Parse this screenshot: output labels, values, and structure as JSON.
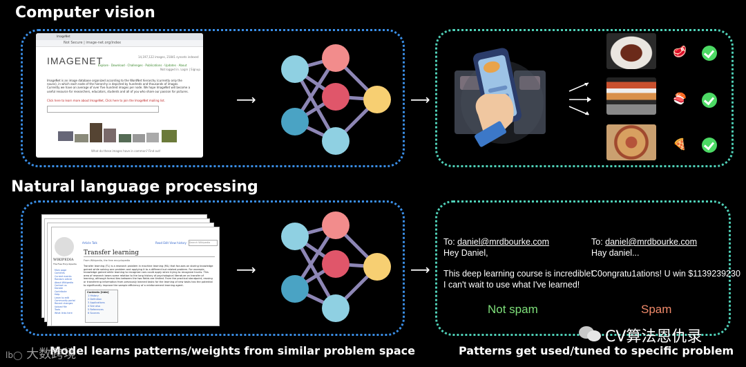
{
  "titles": {
    "cv": "Computer vision",
    "nlp": "Natural language processing"
  },
  "imagenet": {
    "tab_title": "ImageNet",
    "url": "Not Secure | image-net.org/index",
    "logo": "IMAGENET",
    "stats": "14,197,122 images, 21841 synsets indexed",
    "nav": "Explore · Download · Challenges · Publications · Updates · About",
    "account": "Not logged in. Login | Signup",
    "body": "ImageNet is an image database organized according to the WordNet hierarchy (currently only the nouns), in which each node of the hierarchy is depicted by hundreds and thousands of images. Currently we have an average of over five hundred images per node. We hope ImageNet will become a useful resource for researchers, educators, students and all of you who share our passion for pictures.",
    "click_here": "Click here to learn more about ImageNet, Click here to join the ImageNet mailing list.",
    "footer": "What do these images have in common? Find out!"
  },
  "wiki": {
    "logo": "WIKIPEDIA",
    "logo_sub": "The Free Encyclopedia",
    "tab_article": "Article",
    "tab_talk": "Talk",
    "tab_read": "Read",
    "tab_edit": "Edit",
    "tab_history": "View history",
    "search_placeholder": "Search Wikipedia",
    "title": "Transfer learning",
    "subtitle": "From Wikipedia, the free encyclopedia",
    "body": "Transfer learning (TL) is a research problem in machine learning (ML) that focuses on storing knowledge gained while solving one problem and applying it to a different but related problem. For example, knowledge gained while learning to recognize cars could apply when trying to recognize trucks. This area of research bears some relation to the long history of psychological literature on transfer of learning, although formal ties between the two fields are limited. From the practical standpoint, reusing or transferring information from previously learned tasks for the learning of new tasks has the potential to significantly improve the sample efficiency of a reinforcement learning agent.",
    "contents_title": "Contents [hide]",
    "contents": [
      "1 History",
      "2 Definition",
      "3 Applications",
      "4 See also",
      "5 References",
      "6 Sources"
    ],
    "sidebar": [
      "Main page",
      "Contents",
      "Current events",
      "Random article",
      "About Wikipedia",
      "Contact us",
      "Donate",
      "Contribute",
      "Help",
      "Learn to edit",
      "Community portal",
      "Recent changes",
      "Upload file",
      "Tools",
      "What links here"
    ]
  },
  "emails": {
    "left_to_prefix": "To: ",
    "left_to": "daniel@mrdbourke.com",
    "left_greeting": "Hey Daniel,",
    "left_line1": "This deep learning course is incredible!",
    "left_line2": "I can't wait to use what I've learned!",
    "left_label": "Not spam",
    "right_to_prefix": "To: ",
    "right_to": "daniel@mrdbourke.com",
    "right_greeting": "Hay daniel...",
    "right_line1": "C0ongratu1ations! U win $1139239230",
    "right_label": "Spam"
  },
  "captions": {
    "left": "Model learns patterns/weights from similar problem space",
    "right": "Patterns get used/tuned to specific problem"
  },
  "watermarks": {
    "left": "大数跨境",
    "right": "CV算法恩仇录"
  },
  "icons": [
    "arrow-right-icon",
    "neural-network-icon",
    "phone-food-app-icon",
    "steak-emoji-icon",
    "sushi-emoji-icon",
    "pizza-emoji-icon",
    "checkmark-icon",
    "wechat-icon"
  ],
  "colors": {
    "panel_blue": "#3a8ee6",
    "panel_teal": "#4fd1b8",
    "node_blue": "#4aa3c4",
    "node_lightblue": "#8fd0e2",
    "node_pink": "#f28c8c",
    "node_red": "#e0566a",
    "node_orange": "#f7cf72",
    "edge": "#8d86b5",
    "check_green": "#4cd964",
    "not_spam_green": "#7ee07a",
    "spam_red": "#f08a6a"
  }
}
